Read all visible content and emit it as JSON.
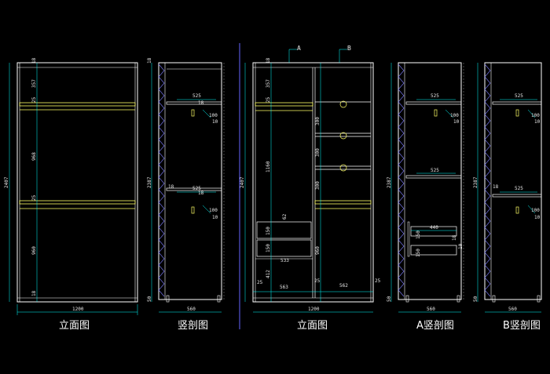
{
  "captions": {
    "elev1": "立面图",
    "sec1": "竖剖图",
    "elev2": "立面图",
    "secA": "A竖剖图",
    "secB": "B竖剖图"
  },
  "markers": {
    "a": "A",
    "b": "B"
  },
  "dims": {
    "e1_total_h": "2407",
    "e1_top": "18",
    "e1_a": "357",
    "e1_b": "25",
    "e1_mid": "968",
    "e1_c": "25",
    "e1_low": "960",
    "e1_bot": "18",
    "e1_width": "1200",
    "s1_total_h": "2387",
    "s1_top": "18",
    "s1_w1": "525",
    "s1_d1": "18",
    "s1_r1": "100",
    "s1_r1b": "10",
    "s1_mid": "18",
    "s1_w2": "525",
    "s1_d2": "18",
    "s1_r2": "100",
    "s1_r2b": "10",
    "s1_bot": "50",
    "s1_width": "560",
    "e2_total_h": "2407",
    "e2_top": "18",
    "e2_a": "357",
    "e2_b": "25",
    "e2_hang": "1160",
    "e2_c": "62",
    "e2_d": "150",
    "e2_e": "150",
    "e2_f": "412",
    "e2_s1": "300",
    "e2_s2": "300",
    "e2_s3": "300",
    "e2_r": "960",
    "e2_533": "533",
    "e2_563": "563",
    "e2_562": "562",
    "e2_25a": "25",
    "e2_25b": "25",
    "e2_25c": "25",
    "e2_width": "1200",
    "sa_total_h": "2387",
    "sa_w1": "525",
    "sa_r1": "100",
    "sa_r1b": "10",
    "sa_w2": "525",
    "sa_440": "440",
    "sa_18": "18",
    "sa_150a": "150",
    "sa_150b": "150",
    "sa_10": "10",
    "sa_bot": "50",
    "sa_width": "560",
    "sb_total_h": "2387",
    "sb_w1": "525",
    "sb_r1": "100",
    "sb_r1b": "10",
    "sb_mid": "18",
    "sb_w2": "525",
    "sb_r2": "100",
    "sb_r2b": "10",
    "sb_bot": "50",
    "sb_width": "560"
  },
  "colors": {
    "background": "#000000",
    "frame": "#ffffff",
    "dimension": "#00ffff",
    "shelf": "#ffff66",
    "divider": "#6666ff",
    "hatch": "#8080ff",
    "text": "#ffffff"
  }
}
